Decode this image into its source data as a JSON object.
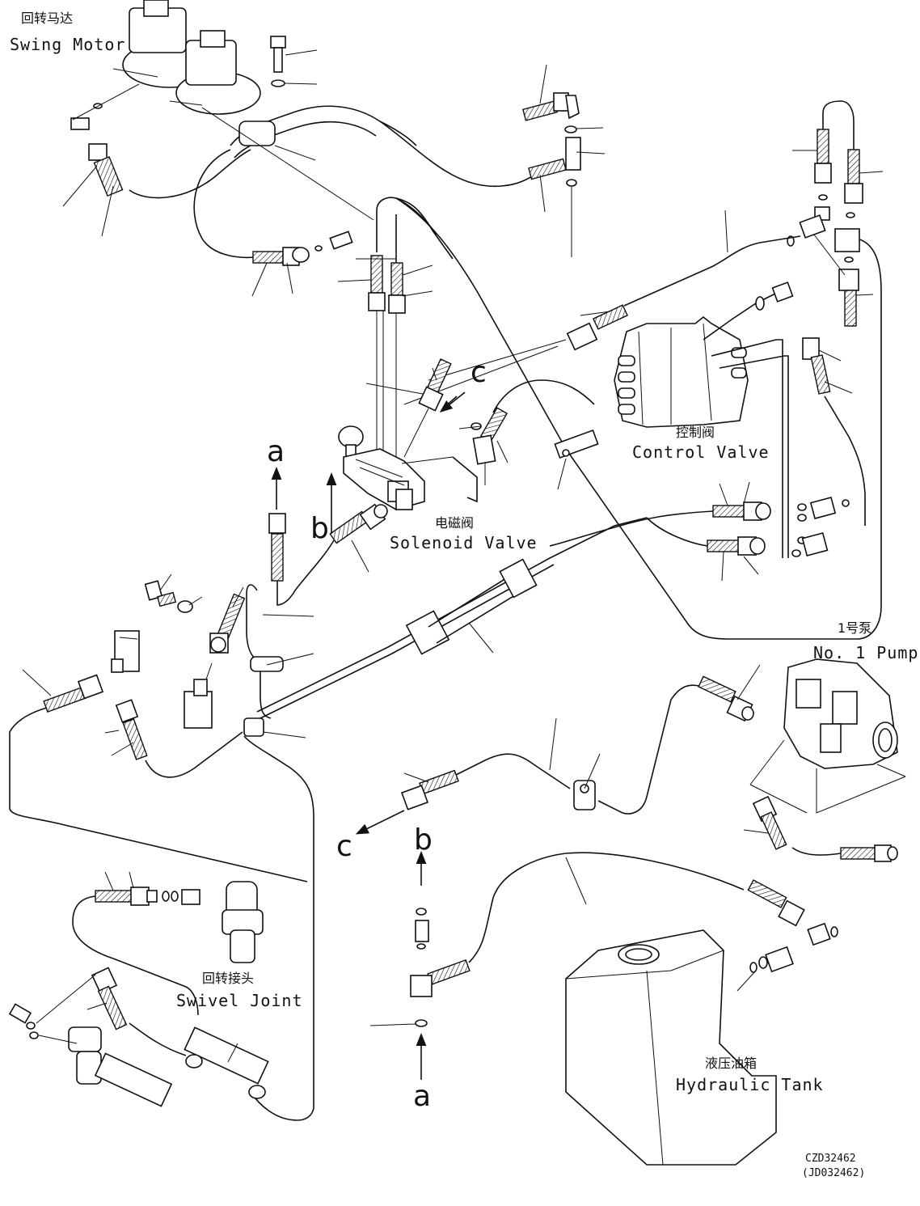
{
  "labels": {
    "swing_motor_cn": "回转马达",
    "swing_motor_en": "Swing Motor",
    "control_valve_cn": "控制阀",
    "control_valve_en": "Control Valve",
    "solenoid_valve_cn": "电磁阀",
    "solenoid_valve_en": "Solenoid Valve",
    "pump_cn": "1号泵",
    "pump_en": "No. 1 Pump",
    "swivel_joint_cn": "回转接头",
    "swivel_joint_en": "Swivel Joint",
    "tank_cn": "液压油箱",
    "tank_en": "Hydraulic Tank"
  },
  "references": {
    "a": "a",
    "b": "b",
    "c": "c"
  },
  "drawing_code": {
    "primary": "CZD32462",
    "secondary": "(JD032462)"
  }
}
